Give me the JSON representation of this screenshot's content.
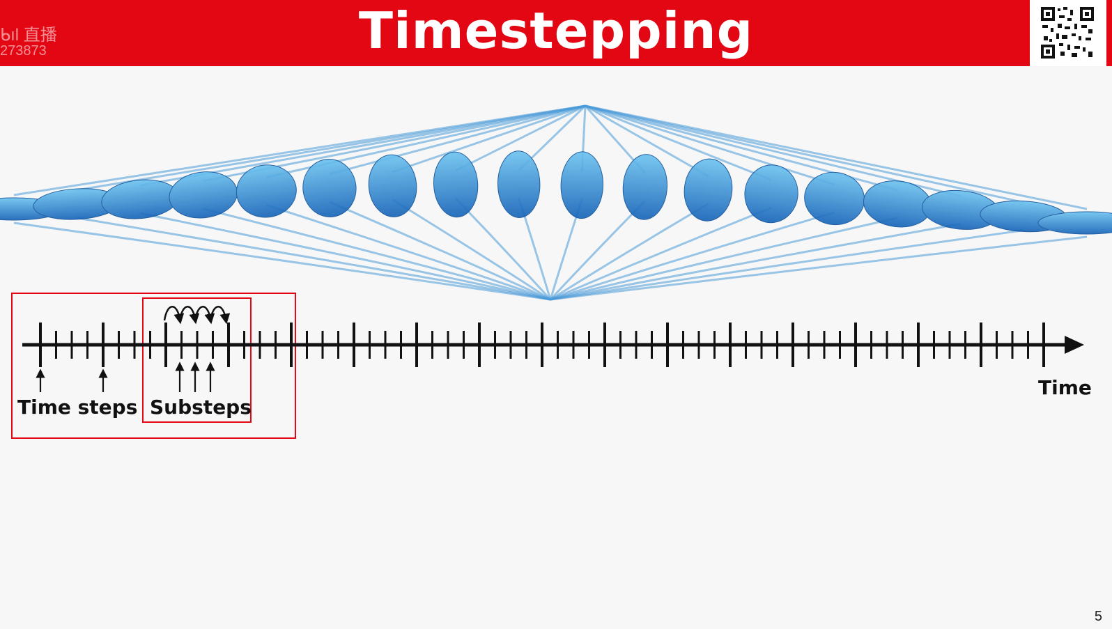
{
  "header": {
    "title": "Timestepping",
    "watermark_brand": "直播",
    "watermark_id": "273873"
  },
  "timeline": {
    "time_label": "Time",
    "time_steps_label": "Time steps",
    "substeps_label": "Substeps",
    "major_ticks": 17,
    "substeps_per_step": 4
  },
  "footer": {
    "page_number": "5"
  },
  "colors": {
    "header_bg": "#e30613",
    "highlight_box": "#e30613",
    "figure_blue": "#1e7fd0"
  },
  "icons": {
    "qr": "qr-code-icon",
    "logo": "bilibili-logo-icon"
  }
}
